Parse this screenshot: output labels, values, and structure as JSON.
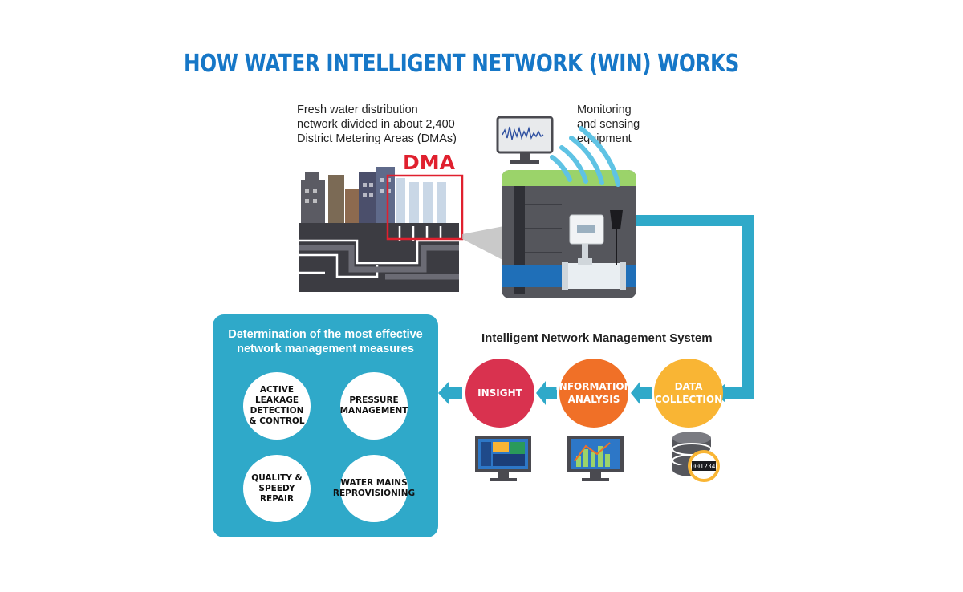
{
  "title": "HOW WATER INTELLIGENT NETWORK (WIN) WORKS",
  "dma_caption": [
    "Fresh water distribution",
    "network divided in about 2,400",
    "District Metering Areas (DMAs)"
  ],
  "dma_label": "DMA",
  "monitoring_caption": [
    "Monitoring",
    "and sensing",
    "equipment"
  ],
  "system_label": "Intelligent Network Management System",
  "stages": [
    {
      "label": "INSIGHT",
      "color": "#d9324f"
    },
    {
      "label": "INFORMATION ANALYSIS",
      "color": "#f07027"
    },
    {
      "label": "DATA COLLECTION",
      "color": "#f9b534"
    }
  ],
  "meter_reading": "001234",
  "panel": {
    "title": [
      "Determination of the most effective",
      "network management measures"
    ],
    "measures": [
      "ACTIVE LEAKAGE DETECTION & CONTROL",
      "PRESSURE MANAGEMENT",
      "QUALITY & SPEEDY REPAIR",
      "WATER MAINS REPROVISIONING"
    ]
  },
  "colors": {
    "title": "#1677c7",
    "flow": "#2fa9c9",
    "dma": "#e0202e",
    "panel": "#2fa9c9"
  }
}
